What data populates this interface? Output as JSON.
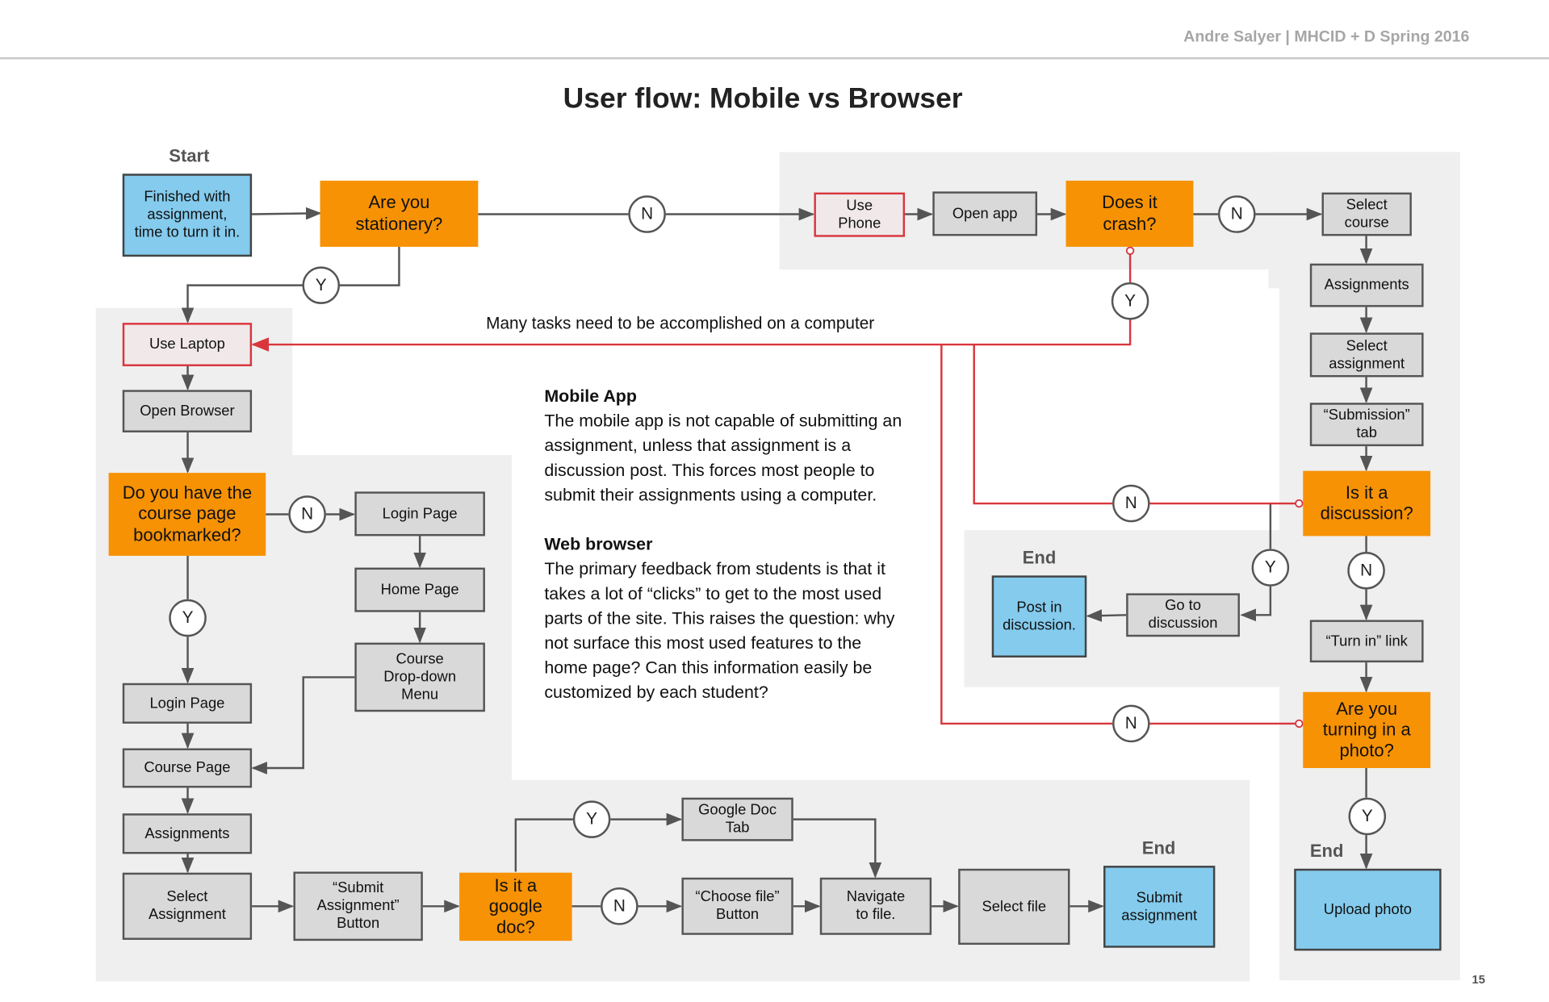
{
  "header": {
    "author": "Andre Salyer | MHCID + D Spring 2016",
    "page_number": "15"
  },
  "title": "User flow: Mobile vs Browser",
  "labels": {
    "start": "Start",
    "end": "End",
    "computer_note": "Many tasks need to be accomplished on a computer"
  },
  "connectors": {
    "yes": "Y",
    "no": "N"
  },
  "nodes": {
    "finished": "Finished with\nassignment,\ntime to turn it in.",
    "stationery": "Are you\nstationery?",
    "use_phone": "Use\nPhone",
    "open_app": "Open app",
    "crash": "Does it\ncrash?",
    "select_course_m": "Select\ncourse",
    "assignments_m": "Assignments",
    "select_assignment_m": "Select\nassignment",
    "submission_tab": "“Submission”\ntab",
    "is_discussion": "Is it a\ndiscussion?",
    "turn_in_link": "“Turn in” link",
    "turning_photo": "Are you\nturning in a\nphoto?",
    "upload_photo": "Upload photo",
    "go_discussion": "Go to\ndiscussion",
    "post_discussion": "Post in\ndiscussion.",
    "use_laptop": "Use Laptop",
    "open_browser": "Open Browser",
    "bookmarked": "Do you have the\ncourse page\nbookmarked?",
    "login_page_r": "Login Page",
    "home_page": "Home Page",
    "course_dropdown": "Course\nDrop-down\nMenu",
    "login_page_l": "Login Page",
    "course_page": "Course Page",
    "assignments_b": "Assignments",
    "select_assignment_b": "Select\nAssignment",
    "submit_button": "“Submit\nAssignment”\nButton",
    "google_doc_q": "Is it a\ngoogle\ndoc?",
    "google_doc_tab": "Google Doc\nTab",
    "choose_file": "“Choose file”\nButton",
    "navigate": "Navigate\nto file.",
    "select_file": "Select file",
    "submit_assignment": "Submit\nassignment"
  },
  "notes": {
    "mobile_heading": "Mobile App",
    "mobile_body": "The mobile app is not capable of submitting an assignment, unless that assignment is a discussion post. This forces most people to submit their assignments using a computer.",
    "web_heading": "Web browser",
    "web_body": "The primary feedback from students is that it takes a lot of “clicks” to get to the most used parts of the site. This raises the question: why not surface this most used features to the home page? Can this information easily be customized by each student?"
  },
  "colors": {
    "decision": "#f79205",
    "process": "#d9d9d9",
    "terminal": "#84cbed",
    "highlight_line": "#d9363e",
    "connector": "#555555",
    "panel": "#efefef"
  }
}
